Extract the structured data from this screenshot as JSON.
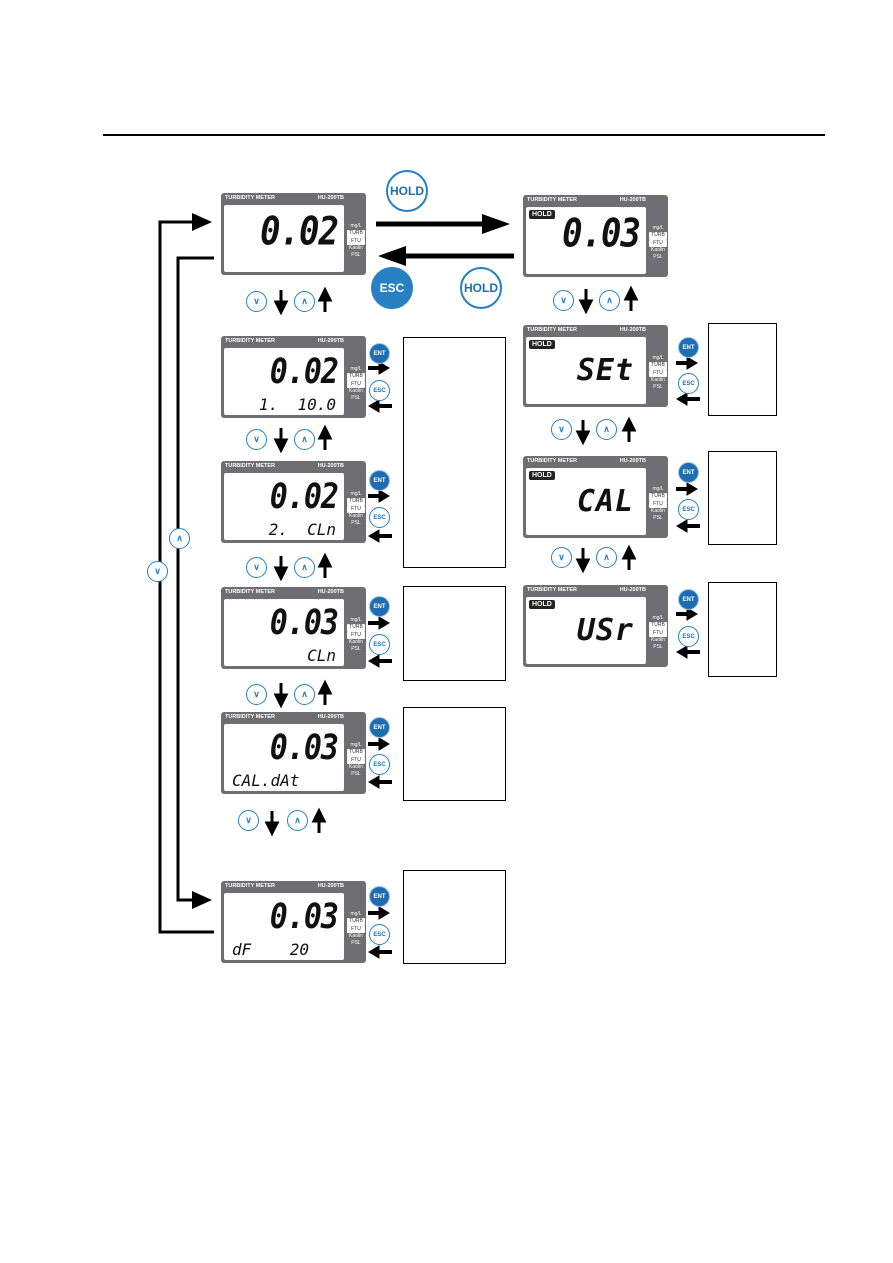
{
  "meter": {
    "title": "TURBIDITY METER",
    "model": "HU-200TB",
    "hold_tag": "HOLD"
  },
  "units": [
    "mg/L",
    "TURB",
    "FTU",
    "Kaolin",
    "PSL"
  ],
  "buttons": {
    "hold": "HOLD",
    "esc": "ESC",
    "ent": "ENT",
    "up_icon": "chevron-up-icon",
    "down_icon": "chevron-down-icon"
  },
  "colors": {
    "accent": "#2680c2",
    "lcd_body": "#6f6f73"
  },
  "screens": {
    "measure": {
      "value": "0.02"
    },
    "hold": {
      "value": "0.03"
    },
    "m1": {
      "value": "0.02",
      "sub": "1.  10.0"
    },
    "m2": {
      "value": "0.02",
      "sub": "2.  CLn"
    },
    "m3": {
      "value": "0.03",
      "sub": "CLn"
    },
    "m4": {
      "value": "0.03",
      "sub": "CAL.dAt"
    },
    "m5": {
      "value": "0.03",
      "sub": "dF    20"
    },
    "set": {
      "value": "SEt"
    },
    "cal": {
      "value": "CAL"
    },
    "usr": {
      "value": "USr"
    }
  }
}
